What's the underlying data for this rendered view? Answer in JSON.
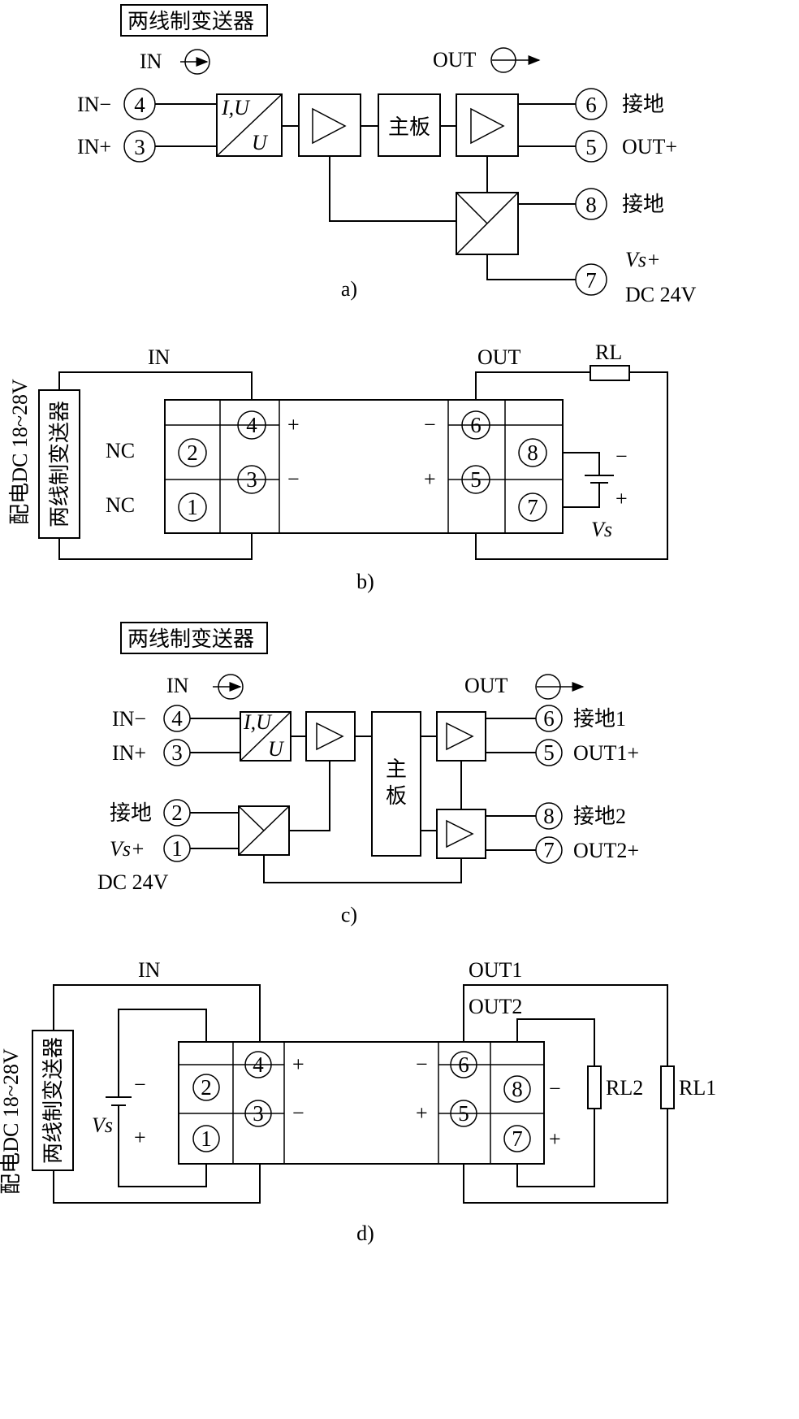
{
  "title_box": "两线制变送器",
  "labels": {
    "in": "IN",
    "out": "OUT",
    "in_minus": "IN−",
    "in_plus": "IN+",
    "out_plus": "OUT+",
    "ground": "接地",
    "ground1": "接地1",
    "ground2": "接地2",
    "out1_plus": "OUT1+",
    "out2_plus": "OUT2+",
    "out1": "OUT1",
    "out2": "OUT2",
    "vs_plus": "Vs+",
    "vs": "Vs",
    "dc24": "DC 24V",
    "mainboard": "主板",
    "mainboard_v1": "主",
    "mainboard_v2": "板",
    "converter_iu": "I,U",
    "converter_u": "U",
    "nc": "NC",
    "plus": "+",
    "minus": "−",
    "rl": "RL",
    "rl1": "RL1",
    "rl2": "RL2",
    "side_supply": "配电DC 18~28V",
    "side_transmitter": "两线制变送器"
  },
  "terminals": [
    "1",
    "2",
    "3",
    "4",
    "5",
    "6",
    "7",
    "8"
  ],
  "captions": [
    "a)",
    "b)",
    "c)",
    "d)"
  ]
}
